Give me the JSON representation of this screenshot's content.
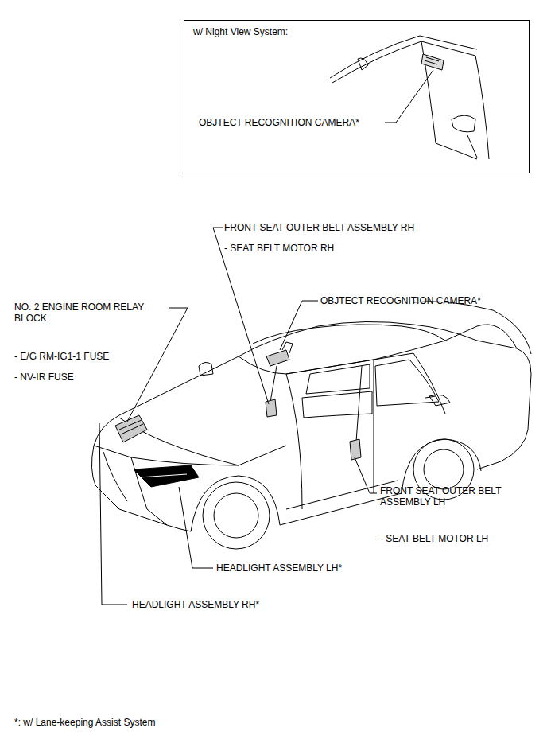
{
  "diagram": {
    "nodes": [
      {
        "text": [
          "w/ Night View System:",
          "OBJTECT RECOGNITION CAMERA*"
        ]
      }
    ],
    "labels": [
      "FRONT SEAT OUTER BELT ASSEMBLY RH",
      "- SEAT BELT MOTOR RH",
      "OBJTECT RECOGNITION CAMERA*",
      "NO. 2 ENGINE ROOM RELAY BLOCK",
      "- E/G RM-IG1-1 FUSE",
      "- NV-IR FUSE",
      "FRONT SEAT OUTER BELT ASSEMBLY LH",
      "- SEAT BELT MOTOR LH",
      "HEADLIGHT ASSEMBLY LH*",
      "HEADLIGHT ASSEMBLY RH*",
      "*: w/ Lane-keeping Assist System"
    ]
  }
}
